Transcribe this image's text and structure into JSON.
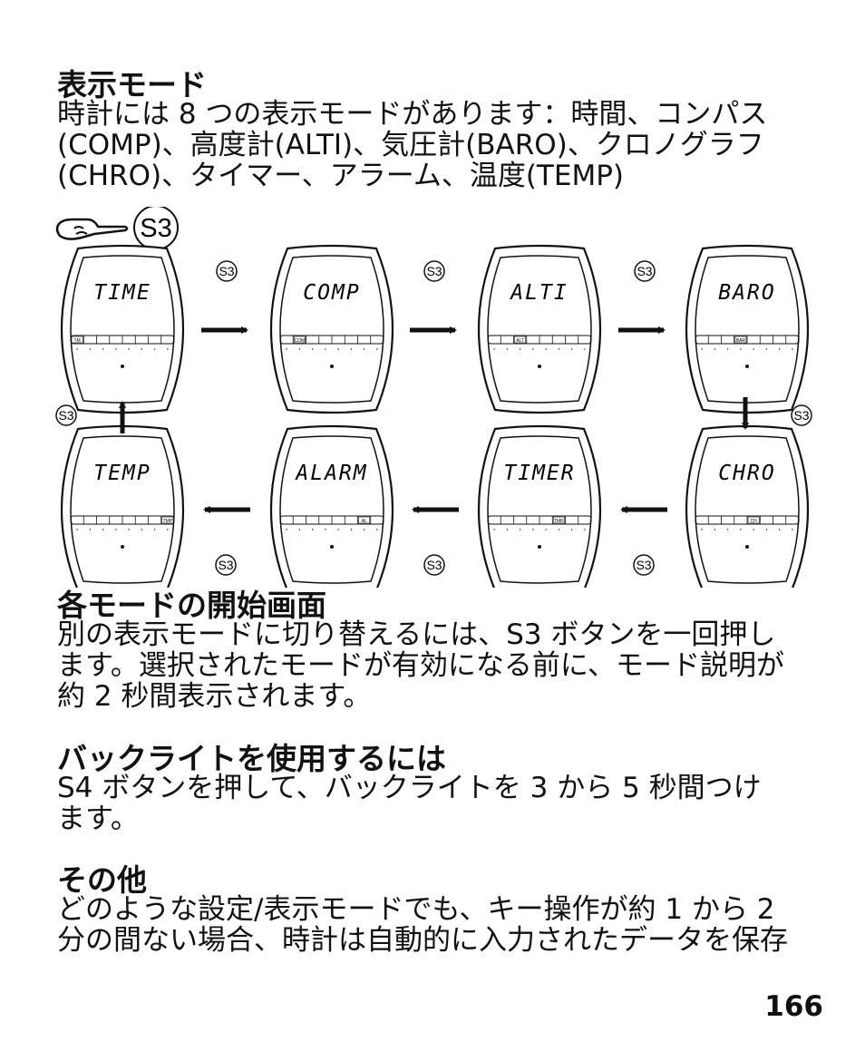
{
  "section1": {
    "heading": "表示モード",
    "body": "時計には 8 つの表示モードがあります：時間、コンパス\n(COMP)、高度計(ALTI)、気圧計(BARO)、クロノグラフ\n(CHRO)、タイマー、アラーム、温度(TEMP)"
  },
  "diagram": {
    "press_label": "S3",
    "button_label": "S3",
    "row1": [
      {
        "title": "TIME",
        "indicator": "TM"
      },
      {
        "title": "COMP",
        "indicator": "COM"
      },
      {
        "title": "ALTI",
        "indicator": "ALT"
      },
      {
        "title": "BARO",
        "indicator": "BAR"
      }
    ],
    "row2": [
      {
        "title": "TEMP",
        "indicator": "TMP"
      },
      {
        "title": "ALARM",
        "indicator": "AL"
      },
      {
        "title": "TIMER",
        "indicator": "TMR"
      },
      {
        "title": "CHRO",
        "indicator": "CH"
      }
    ]
  },
  "section2": {
    "heading": "各モードの開始画面",
    "body": "別の表示モードに切り替えるには、S3 ボタンを一回押し\nます。選択されたモードが有効になる前に、モード説明が\n約 2 秒間表示されます。"
  },
  "section3": {
    "heading": "バックライトを使用するには",
    "body": "S4 ボタンを押して、バックライトを 3 から 5 秒間つけ\nます。"
  },
  "section4": {
    "heading": "その他",
    "body": "どのような設定/表示モードでも、キー操作が約 1 から 2\n分の間ない場合、時計は自動的に入力されたデータを保存"
  },
  "page_number": "166"
}
